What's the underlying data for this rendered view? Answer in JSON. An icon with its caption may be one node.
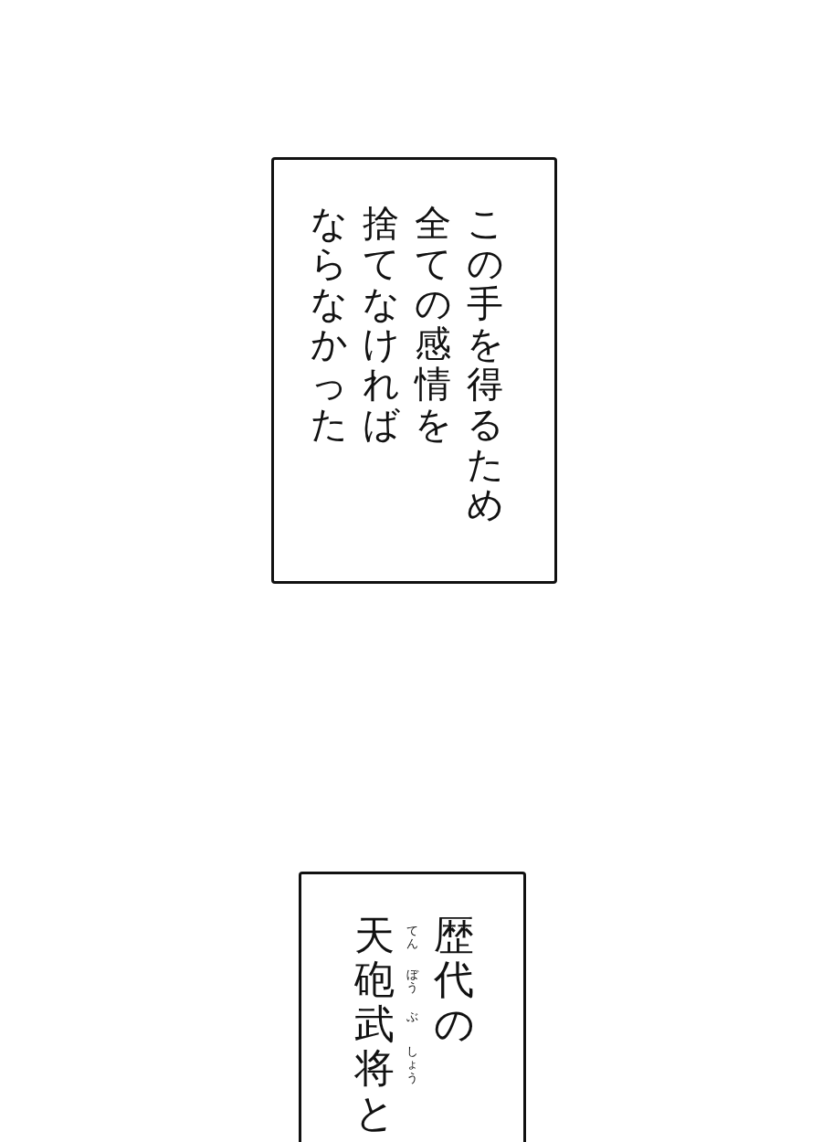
{
  "diagram": {
    "nodes": [
      {
        "text": [
          "この手を得るため全ての感情を捨てなければならなかった"
        ]
      },
      {
        "text": [
          "歴代の天砲武将と",
          "てん",
          "ぼう",
          "ぶ",
          "しょう"
        ]
      }
    ]
  }
}
